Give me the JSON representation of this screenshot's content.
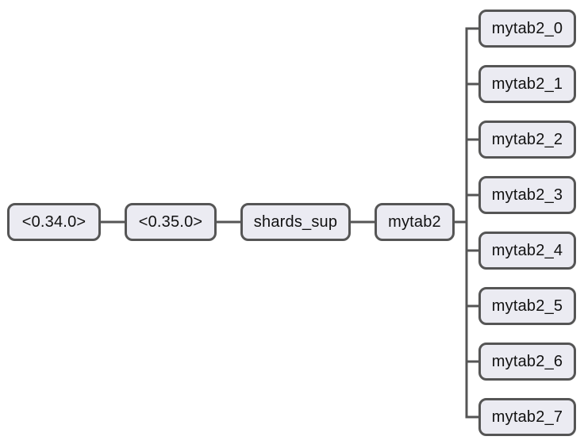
{
  "diagram": {
    "chain": [
      "<0.34.0>",
      "<0.35.0>",
      "shards_sup",
      "mytab2"
    ],
    "children": [
      "mytab2_0",
      "mytab2_1",
      "mytab2_2",
      "mytab2_3",
      "mytab2_4",
      "mytab2_5",
      "mytab2_6",
      "mytab2_7"
    ],
    "colors": {
      "node_fill": "#ebebf2",
      "node_border": "#555555",
      "connector": "#555555",
      "text": "#111111"
    }
  }
}
